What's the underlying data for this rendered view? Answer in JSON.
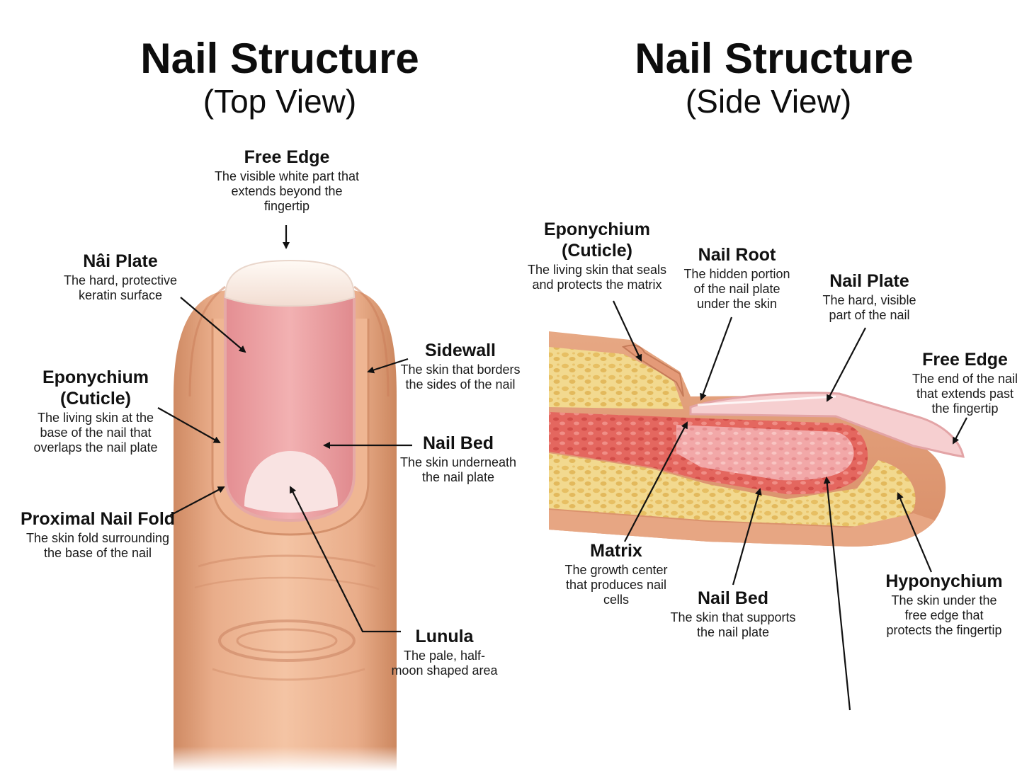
{
  "top_view": {
    "title": "Nail Structure",
    "subtitle": "(Top View)",
    "labels": {
      "free_edge": {
        "name": "Free Edge",
        "desc": "The visible white part that extends beyond the fingertip"
      },
      "nail_plate": {
        "name": "Nâi Plate",
        "desc": "The hard, protective keratin surface"
      },
      "sidewall": {
        "name": "Sidewall",
        "desc": "The skin that borders the sides of the nail"
      },
      "eponychium": {
        "name": "Eponychium (Cuticle)",
        "desc": "The living skin at the base of the nail that overlaps the nail plate"
      },
      "nail_bed": {
        "name": "Nail Bed",
        "desc": "The skin underneath the nail plate"
      },
      "proximal_nail_fold": {
        "name": "Proximal Nail Fold",
        "desc": "The skin fold surrounding the base of the nail"
      },
      "lunula": {
        "name": "Lunula",
        "desc": "The pale, half-moon shaped area"
      }
    }
  },
  "side_view": {
    "title": "Nail Structure",
    "subtitle": "(Side View)",
    "labels": {
      "eponychium": {
        "name": "Eponychium (Cuticle)",
        "desc": "The living skin that seals and protects the matrix"
      },
      "nail_root": {
        "name": "Nail Root",
        "desc": "The hidden portion of the nail plate under the skin"
      },
      "nail_plate": {
        "name": "Nail Plate",
        "desc": "The hard, visible part of the nail"
      },
      "free_edge": {
        "name": "Free Edge",
        "desc": "The end of the nail that extends past the fingertip"
      },
      "matrix": {
        "name": "Matrix",
        "desc": "The growth center that produces nail cells"
      },
      "nail_bed": {
        "name": "Nail Bed",
        "desc": "The skin that supports the nail plate"
      },
      "hyponychium": {
        "name": "Hyponychium",
        "desc": "The skin under the free edge that protects the fingertip"
      }
    }
  },
  "colors": {
    "skin": "#eab08e",
    "skin_shadow": "#d08a64",
    "nail_pink": "#eea3a6",
    "lunula": "#f8e2e2",
    "free_edge": "#fbf1ea",
    "fat_yellow": "#f1d689",
    "tissue_red": "#e36a62",
    "arrow": "#111111"
  }
}
